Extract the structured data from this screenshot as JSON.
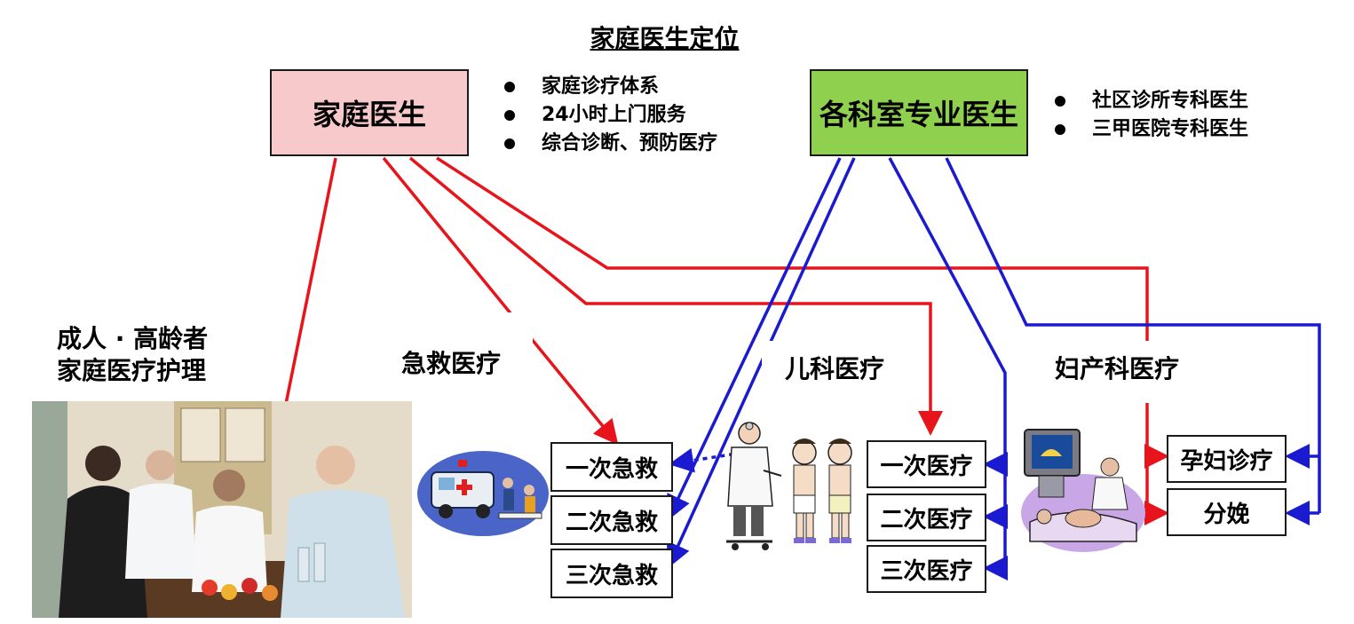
{
  "title": "家庭医生定位",
  "family_doctor": {
    "label": "家庭医生",
    "color": "#f8c9cb",
    "points": [
      "家庭诊疗体系",
      "24小时上门服务",
      "综合诊断、预防医疗"
    ]
  },
  "specialist": {
    "label": "各科室专业医生",
    "color": "#8fd14f",
    "points": [
      "社区诊所专科医生",
      "三甲医院专科医生"
    ]
  },
  "categories": {
    "elderly_line1": "成人 · 高龄者",
    "elderly_line2": "家庭医疗护理",
    "emergency": "急救医疗",
    "pediatrics": "儿科医疗",
    "obstetrics": "妇产科医疗"
  },
  "emergency_boxes": [
    "一次急救",
    "二次急救",
    "三次急救"
  ],
  "pediatric_boxes": [
    "一次医疗",
    "二次医疗",
    "三次医疗"
  ],
  "obstetric_boxes": [
    "孕妇诊疗",
    "分娩"
  ],
  "colors": {
    "family_link": "#e8141b",
    "specialist_link": "#1a1ad0"
  },
  "icons": [
    "elderly-care-photo",
    "ambulance-illustration",
    "pediatric-exam-illustration",
    "ultrasound-exam-illustration"
  ]
}
